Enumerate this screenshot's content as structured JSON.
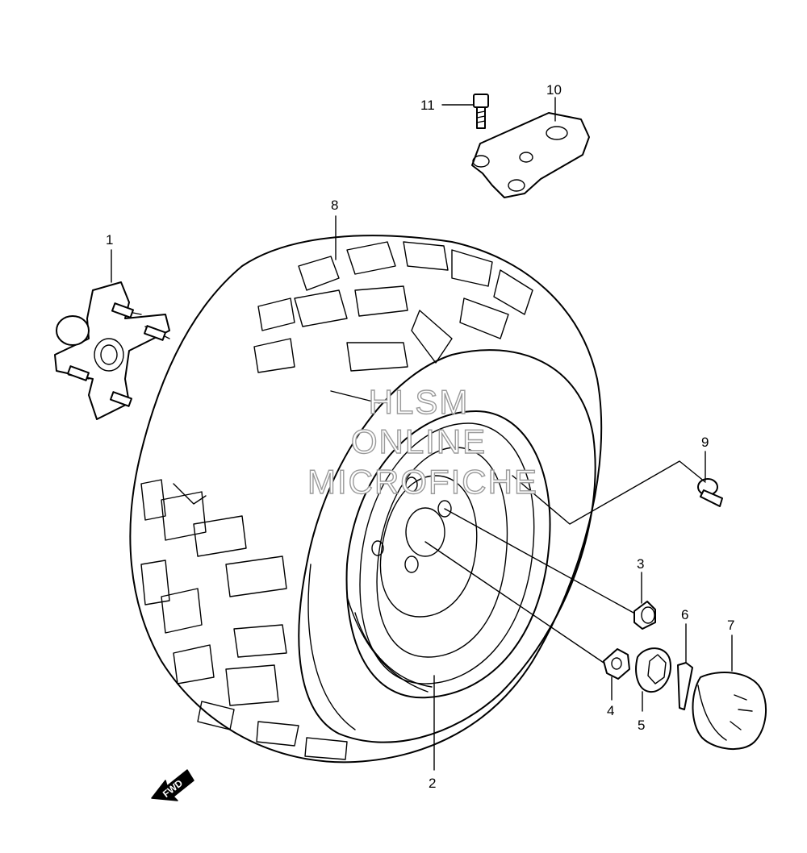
{
  "callouts": {
    "p1": "1",
    "p2": "2",
    "p3": "3",
    "p4": "4",
    "p5": "5",
    "p6": "6",
    "p7": "7",
    "p8": "8",
    "p9": "9",
    "p10": "10",
    "p11": "11"
  },
  "watermark": {
    "line1": "HLSM",
    "line2": "ONLINE",
    "line3": "MICROFICHE"
  },
  "fwd_label": "FWD"
}
